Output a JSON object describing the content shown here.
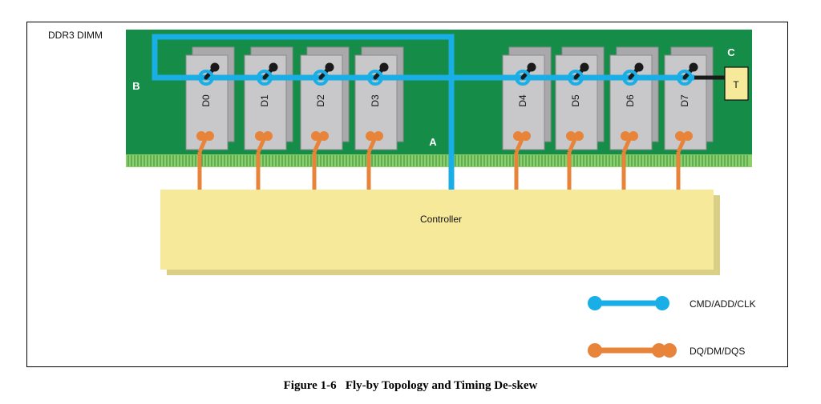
{
  "dimm_label": "DDR3 DIMM",
  "controller_label": "Controller",
  "terminator_label": "T",
  "points": {
    "a": "A",
    "b": "B",
    "c": "C"
  },
  "chips": [
    "D0",
    "D1",
    "D2",
    "D3",
    "D4",
    "D5",
    "D6",
    "D7"
  ],
  "legend": [
    {
      "label": "CMD/ADD/CLK",
      "color": "#1AAEE6"
    },
    {
      "label": "DQ/DM/DQS",
      "color": "#E8833A"
    }
  ],
  "caption": "Figure 1-6   Fly-by Topology and Timing De-skew",
  "colors": {
    "pcb": "#158C47",
    "controller": "#F6E99A",
    "cmd_bus": "#1AAEE6",
    "data_bus": "#E8833A",
    "chip": "#C8C8CA"
  }
}
